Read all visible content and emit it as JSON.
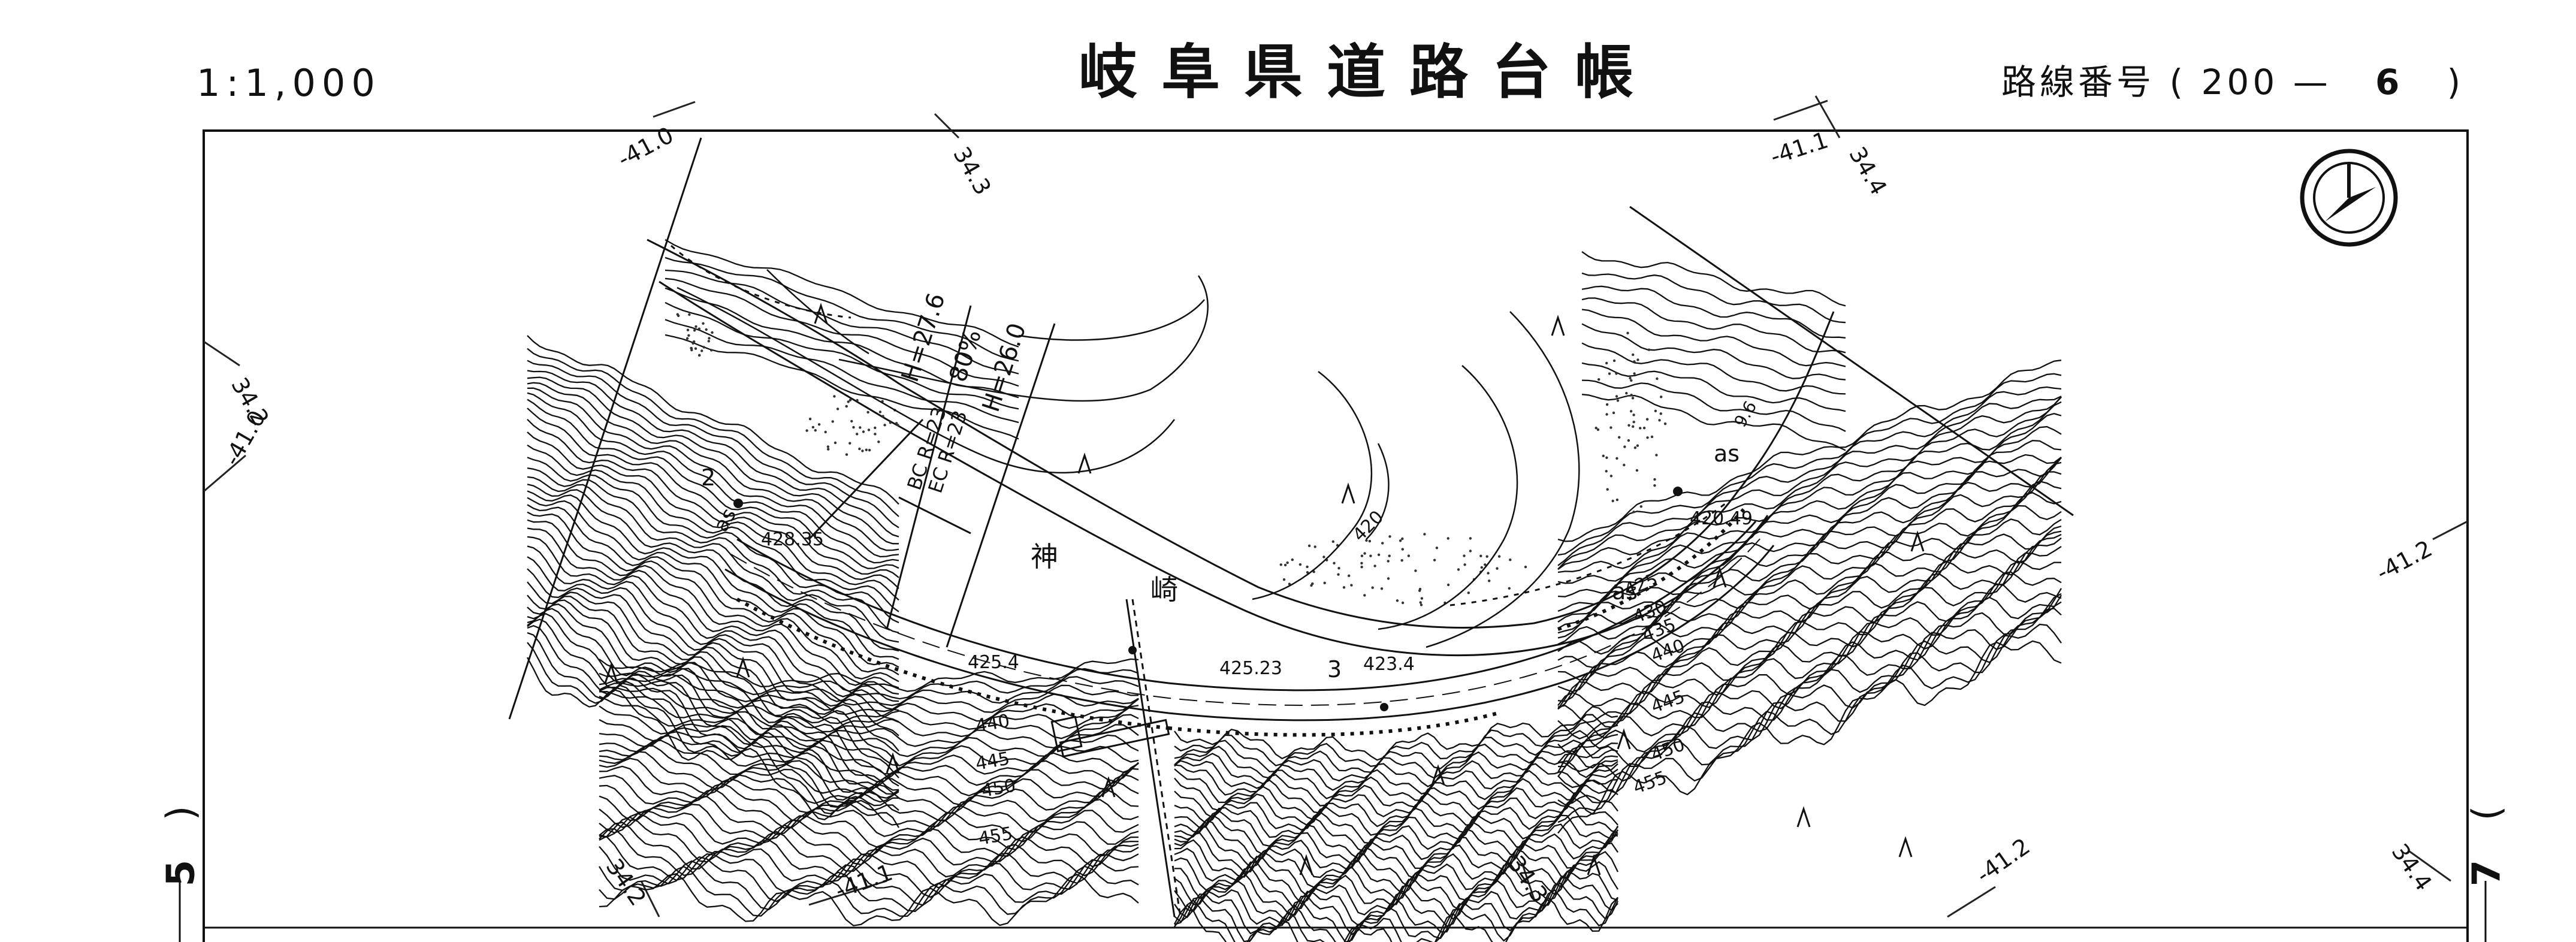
{
  "header": {
    "scale": "1:1,000",
    "title": "岐阜県道路台帳",
    "route_label": "路線番号",
    "route_open": "(",
    "route_number_a": "200",
    "route_dash": "—",
    "route_number_b": "6",
    "route_close": ")"
  },
  "page_numbers": {
    "left": "5",
    "right": "7"
  },
  "grid_labels": {
    "top_left_a": "-41.0",
    "top_left_b": "34.3",
    "top_right_a": "-41.1",
    "top_right_b": "34.4",
    "left_a": "34.2",
    "left_b": "-41.0",
    "right_a": "-41.2",
    "bottom_a": "34.2",
    "bottom_b": "-41.1",
    "bottom_c": "34.3",
    "bottom_d": "-41.2",
    "bottom_e": "34.4"
  },
  "annotations": {
    "h1": "H=27.6",
    "pct": "80%",
    "h2": "H=26.0",
    "bc": "BC R=23",
    "ec": "EC R=23",
    "place_1": "神",
    "place_2": "崎",
    "as_1": "as",
    "as_2": "as",
    "as_3": "as",
    "num_2": "2",
    "num_3": "3",
    "dist": "9.6"
  },
  "elevations": {
    "e1": "428.35",
    "e2": "425.4",
    "e3": "425.23",
    "e4": "423.4",
    "e5": "420.49",
    "c420": "420",
    "c425": "425",
    "c430": "430",
    "c435": "435",
    "c440a": "440",
    "c440b": "440",
    "c445a": "445",
    "c445b": "445",
    "c450a": "450",
    "c450b": "450",
    "c455a": "455",
    "c455b": "455"
  }
}
